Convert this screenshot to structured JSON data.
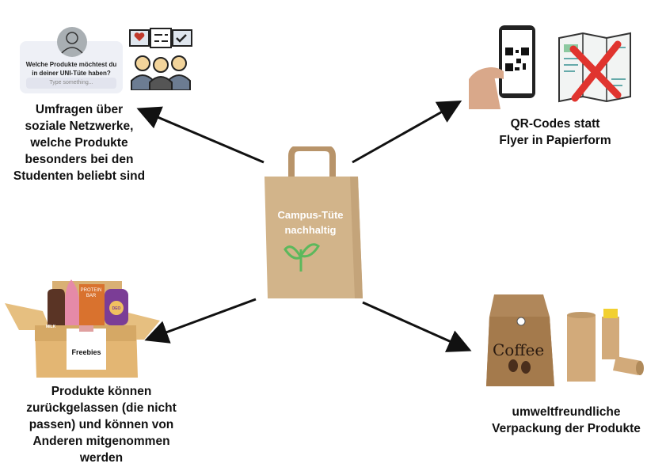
{
  "center": {
    "title_line1": "Campus-Tüte",
    "title_line2": "nachhaltig"
  },
  "survey": {
    "question_line1": "Welche Produkte möchtest du",
    "question_line2": "in deiner UNI-Tüte haben?",
    "placeholder": "Type something...",
    "caption": [
      "Umfragen über",
      "soziale Netzwerke,",
      "welche Produkte",
      "besonders bei den",
      "Studenten beliebt sind"
    ]
  },
  "qr": {
    "caption": [
      "QR-Codes statt",
      "Flyer in Papierform"
    ]
  },
  "freebies": {
    "box_label": "Freebies",
    "milk_label": "MILK",
    "bar_label": "PROTEIN BAR",
    "deo_label": "DEO",
    "caption": [
      "Produkte können",
      "zurückgelassen (die nicht",
      "passen) und können von",
      "Anderen mitgenommen",
      "werden"
    ]
  },
  "packaging": {
    "coffee_label": "Coffee",
    "caption": [
      "umweltfreundliche",
      "Verpackung der Produkte"
    ]
  },
  "colors": {
    "bag": "#d2b48a",
    "arrow": "#111111",
    "leaf": "#5cb85c"
  }
}
